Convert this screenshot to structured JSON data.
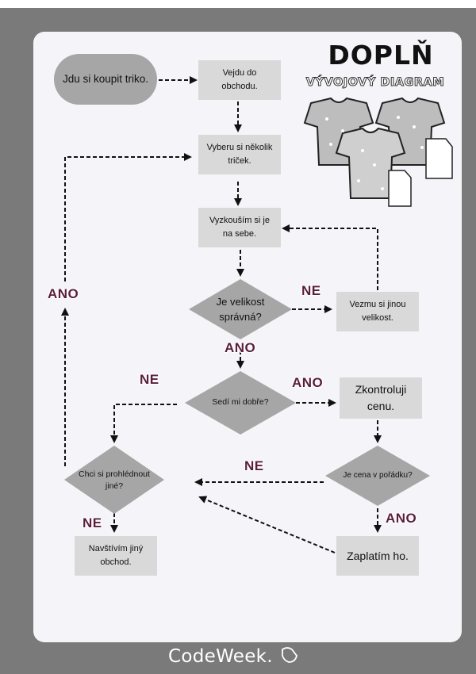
{
  "header": {
    "title": "DOPLŇ",
    "subtitle": "VÝVOJOVÝ DIAGRAM"
  },
  "footer": {
    "brand": "CodeWeek."
  },
  "flow": {
    "start": "Jdu si koupit triko.",
    "step_go_to_shop": "Vejdu do obchodu.",
    "step_pick_shirts": "Vyberu si několik triček.",
    "step_try_on": "Vyzkouším si je na sebe.",
    "decision_size": "Je velikost správná?",
    "step_other_size": "Vezmu si jinou velikost.",
    "decision_fit": "Sedí mi dobře?",
    "step_check_price": "Zkontroluji cenu.",
    "decision_browse": "Chci si prohlédnout jiné?",
    "decision_price": "Je cena v pořádku?",
    "step_other_shop": "Navštívím jiný obchod.",
    "step_pay": "Zaplatím ho."
  },
  "labels": {
    "ano": "ANO",
    "ne": "NE"
  },
  "colors": {
    "frame": "#7a7a7a",
    "card": "#f5f4f8",
    "box": "#d9d9d9",
    "diamond": "#a6a6a6",
    "label": "#5a1e3c"
  },
  "illustration": "t-shirts-with-price-tags-icon"
}
